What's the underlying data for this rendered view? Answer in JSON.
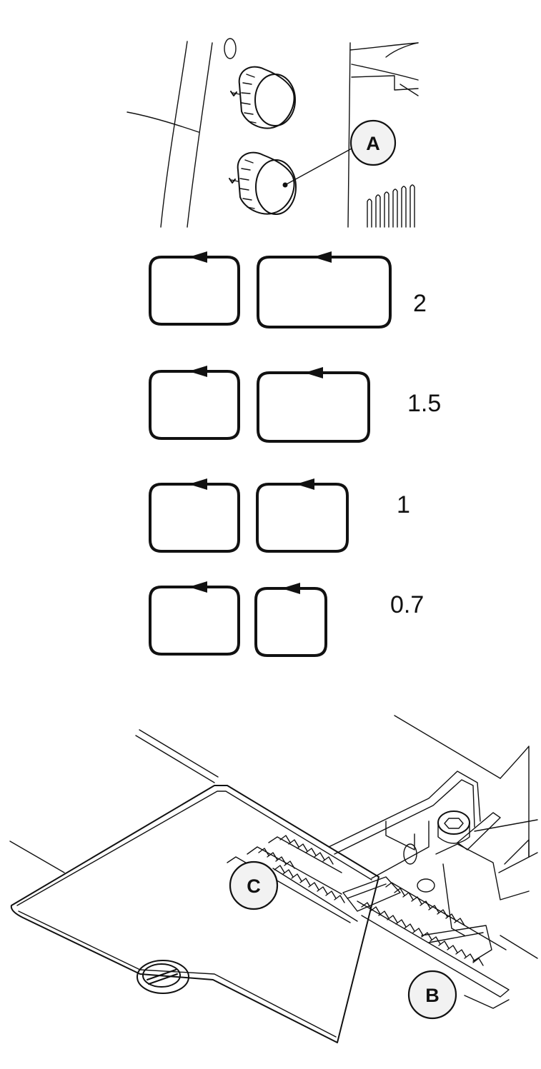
{
  "callouts": {
    "a": "A",
    "b": "B",
    "c": "C"
  },
  "stitch_rows": [
    {
      "label": "2"
    },
    {
      "label": "1.5"
    },
    {
      "label": "1"
    },
    {
      "label": "0.7"
    }
  ]
}
